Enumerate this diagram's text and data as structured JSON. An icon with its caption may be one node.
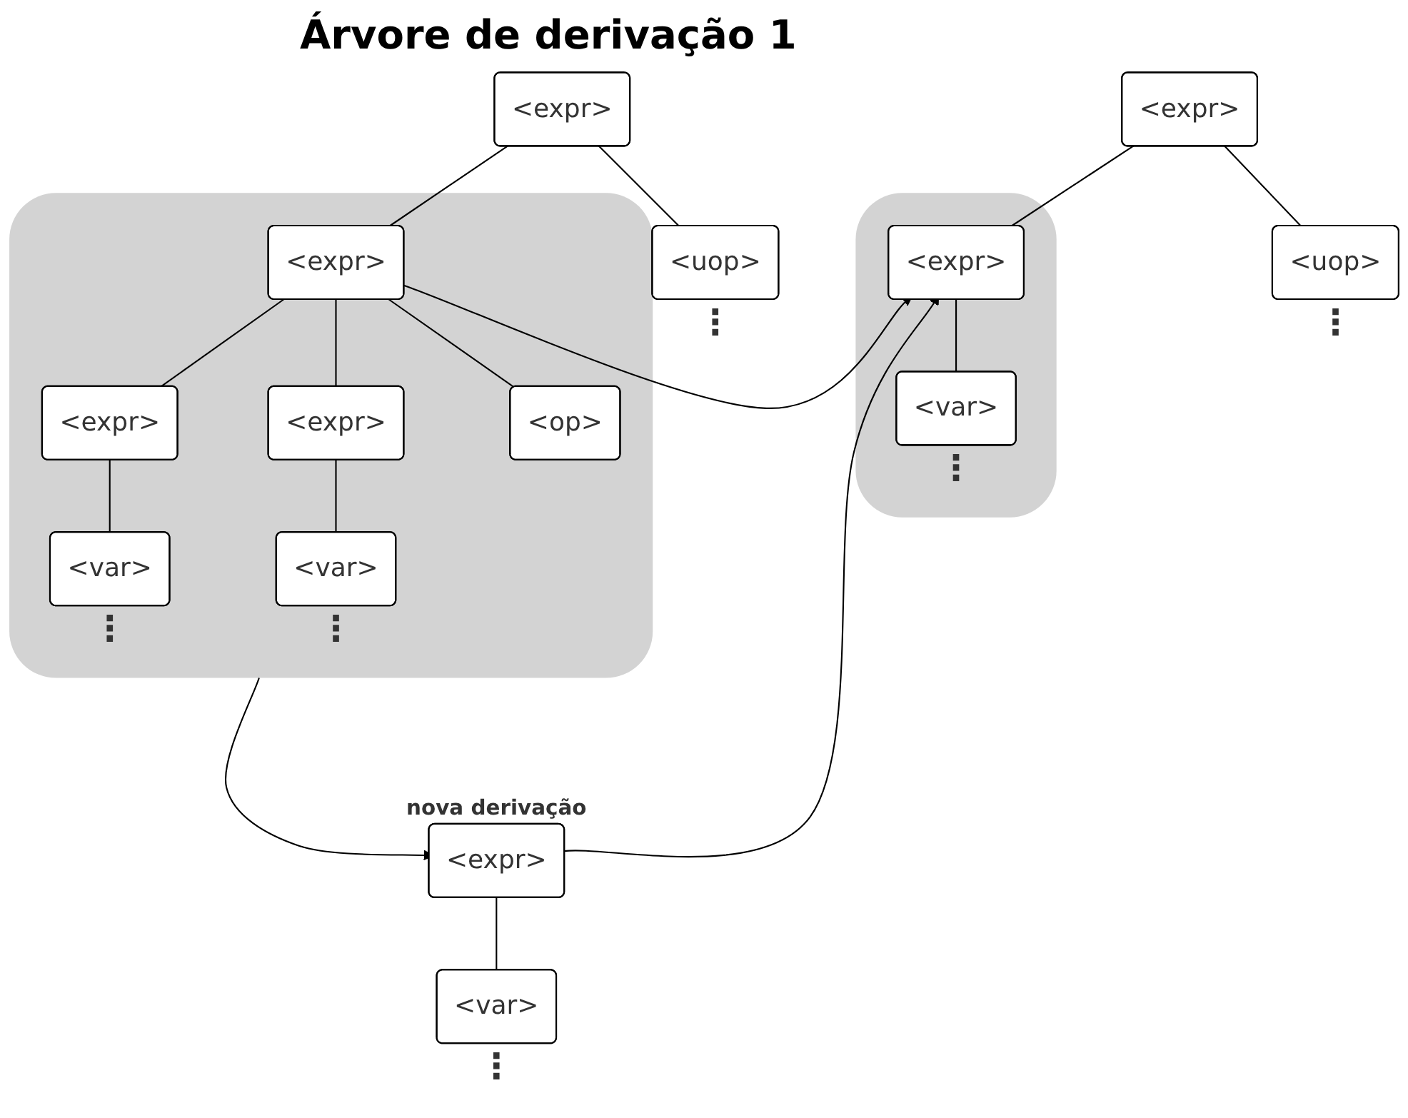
{
  "diagram": {
    "title": "Árvore de derivação 1",
    "nodes": [
      {
        "text": [
          "<expr>"
        ]
      },
      {
        "text": [],
        "shape": "cloud"
      },
      {
        "text": [
          "<expr>"
        ],
        "in": 1
      },
      {
        "text": [
          "<uop>"
        ],
        "beside": [
          "⋮"
        ]
      },
      {
        "text": [
          "<expr>"
        ],
        "in": 1
      },
      {
        "text": [
          "<expr>"
        ],
        "in": 1
      },
      {
        "text": [
          "<op>"
        ],
        "in": 1
      },
      {
        "text": [
          "<var>"
        ],
        "in": 1,
        "beside": [
          "⋮"
        ]
      },
      {
        "text": [
          "<var>"
        ],
        "in": 1,
        "beside": [
          "⋮"
        ]
      },
      {
        "text": [
          "<expr>"
        ]
      },
      {
        "text": [],
        "shape": "cloud"
      },
      {
        "text": [
          "<expr>"
        ],
        "in": 10
      },
      {
        "text": [
          "<uop>"
        ],
        "beside": [
          "⋮"
        ]
      },
      {
        "text": [
          "<var>"
        ],
        "in": 10,
        "beside": [
          "⋮"
        ]
      },
      {
        "text": [
          "<expr>"
        ],
        "beside": [
          "nova derivação"
        ]
      },
      {
        "text": [
          "<var>"
        ],
        "beside": [
          "⋮"
        ]
      }
    ],
    "edges": [
      {
        "from": 0,
        "to": 2,
        "arrow": "none"
      },
      {
        "from": 0,
        "to": 3,
        "arrow": "none"
      },
      {
        "from": 2,
        "to": 4,
        "arrow": "none"
      },
      {
        "from": 2,
        "to": 5,
        "arrow": "none"
      },
      {
        "from": 2,
        "to": 6,
        "arrow": "none"
      },
      {
        "from": 4,
        "to": 7,
        "arrow": "none"
      },
      {
        "from": 5,
        "to": 8,
        "arrow": "none"
      },
      {
        "from": 9,
        "to": 11,
        "arrow": "none"
      },
      {
        "from": 9,
        "to": 12,
        "arrow": "none"
      },
      {
        "from": 11,
        "to": 13,
        "arrow": "none"
      },
      {
        "from": 14,
        "to": 15,
        "arrow": "none"
      },
      {
        "from": 2,
        "to": 11,
        "arrow": "to"
      },
      {
        "from": 1,
        "to": 14,
        "arrow": "to"
      },
      {
        "from": 14,
        "to": 11,
        "arrow": "to"
      }
    ]
  }
}
